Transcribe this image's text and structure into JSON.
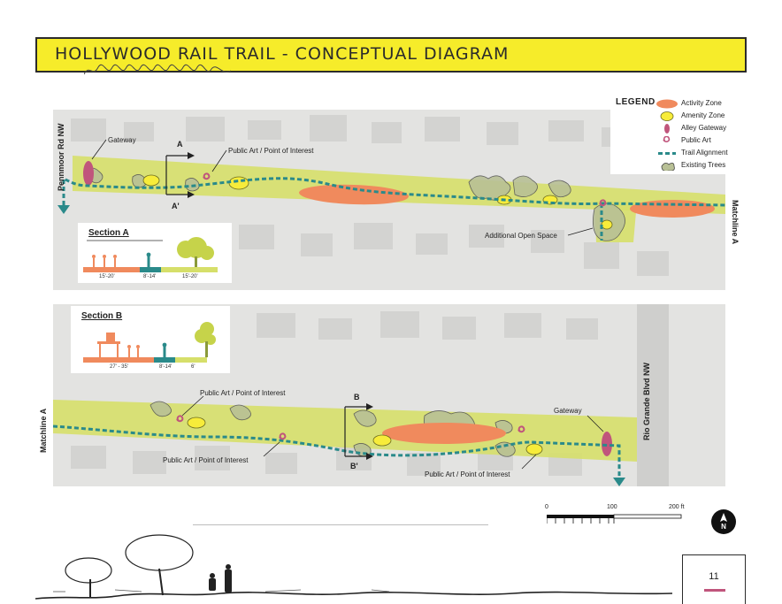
{
  "title": "HOLLYWOOD RAIL TRAIL - CONCEPTUAL DIAGRAM",
  "legend": {
    "title": "LEGEND",
    "items": [
      {
        "label": "Activity Zone",
        "color": "#f08a5d"
      },
      {
        "label": "Amenity Zone",
        "color": "#f7ec3a"
      },
      {
        "label": "Alley Gateway",
        "color": "#c0557c"
      },
      {
        "label": "Public Art",
        "color": "#c0557c"
      },
      {
        "label": "Trail Alignment",
        "color": "#2a8a8a"
      },
      {
        "label": "Existing Trees",
        "color": "#9aa88a"
      }
    ]
  },
  "map_a": {
    "street_left": "Pennmoor Rd NW",
    "gateway": "Gateway",
    "public_art": "Public Art / Point of Interest",
    "section_marker_top": "A",
    "section_marker_bottom": "A'",
    "open_space": "Additional Open Space",
    "matchline": "Matchline A"
  },
  "section_a": {
    "title": "Section A",
    "dims": [
      "15'-20'",
      "8'-14'",
      "15'-20'"
    ]
  },
  "map_b": {
    "matchline": "Matchline A",
    "public_art_1": "Public Art / Point of Interest",
    "public_art_2": "Public Art / Point of Interest",
    "public_art_3": "Public Art / Point of Interest",
    "section_marker_top": "B",
    "section_marker_bottom": "B'",
    "gateway": "Gateway",
    "street_right": "Rio Grande Blvd NW"
  },
  "section_b": {
    "title": "Section B",
    "dims": [
      "27' - 35'",
      "8'-14'",
      "6'"
    ]
  },
  "scale": {
    "labels": [
      "0",
      "100",
      "200 ft"
    ]
  },
  "north": "N",
  "page_number": "11",
  "colors": {
    "title_bg": "#f6ec2a",
    "trail_green": "#d6df6a",
    "activity": "#f08a5d",
    "amenity": "#f7ec3a",
    "art": "#c0557c",
    "trail": "#2a8a8a"
  }
}
